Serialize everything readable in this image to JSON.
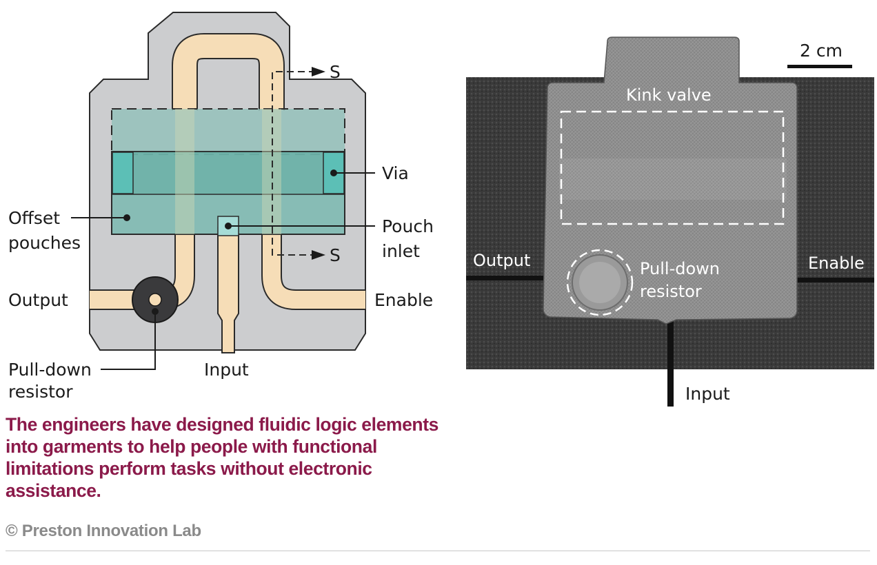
{
  "diagram": {
    "labels": {
      "section_top": "S",
      "section_bottom": "S",
      "via": "Via",
      "offset_line1": "Offset",
      "offset_line2": "pouches",
      "pouch_inlet_line1": "Pouch",
      "pouch_inlet_line2": "inlet",
      "output": "Output",
      "enable": "Enable",
      "input": "Input",
      "pulldown_line1": "Pull-down",
      "pulldown_line2": "resistor"
    },
    "colors": {
      "body": "#cccdcf",
      "channel": "#f6ddb7",
      "pouch": "#7ab8b0",
      "via": "#5cbfb6",
      "resistor": "#3a3a3c"
    }
  },
  "photo": {
    "labels": {
      "scale": "2 cm",
      "kink_valve": "Kink valve",
      "output": "Output",
      "enable": "Enable",
      "pulldown_line1": "Pull-down",
      "pulldown_line2": "resistor",
      "input": "Input"
    }
  },
  "caption": "The engineers have designed fluidic logic elements into garments to help people with functional limitations perform tasks without electronic assistance.",
  "credit": "© Preston Innovation Lab"
}
